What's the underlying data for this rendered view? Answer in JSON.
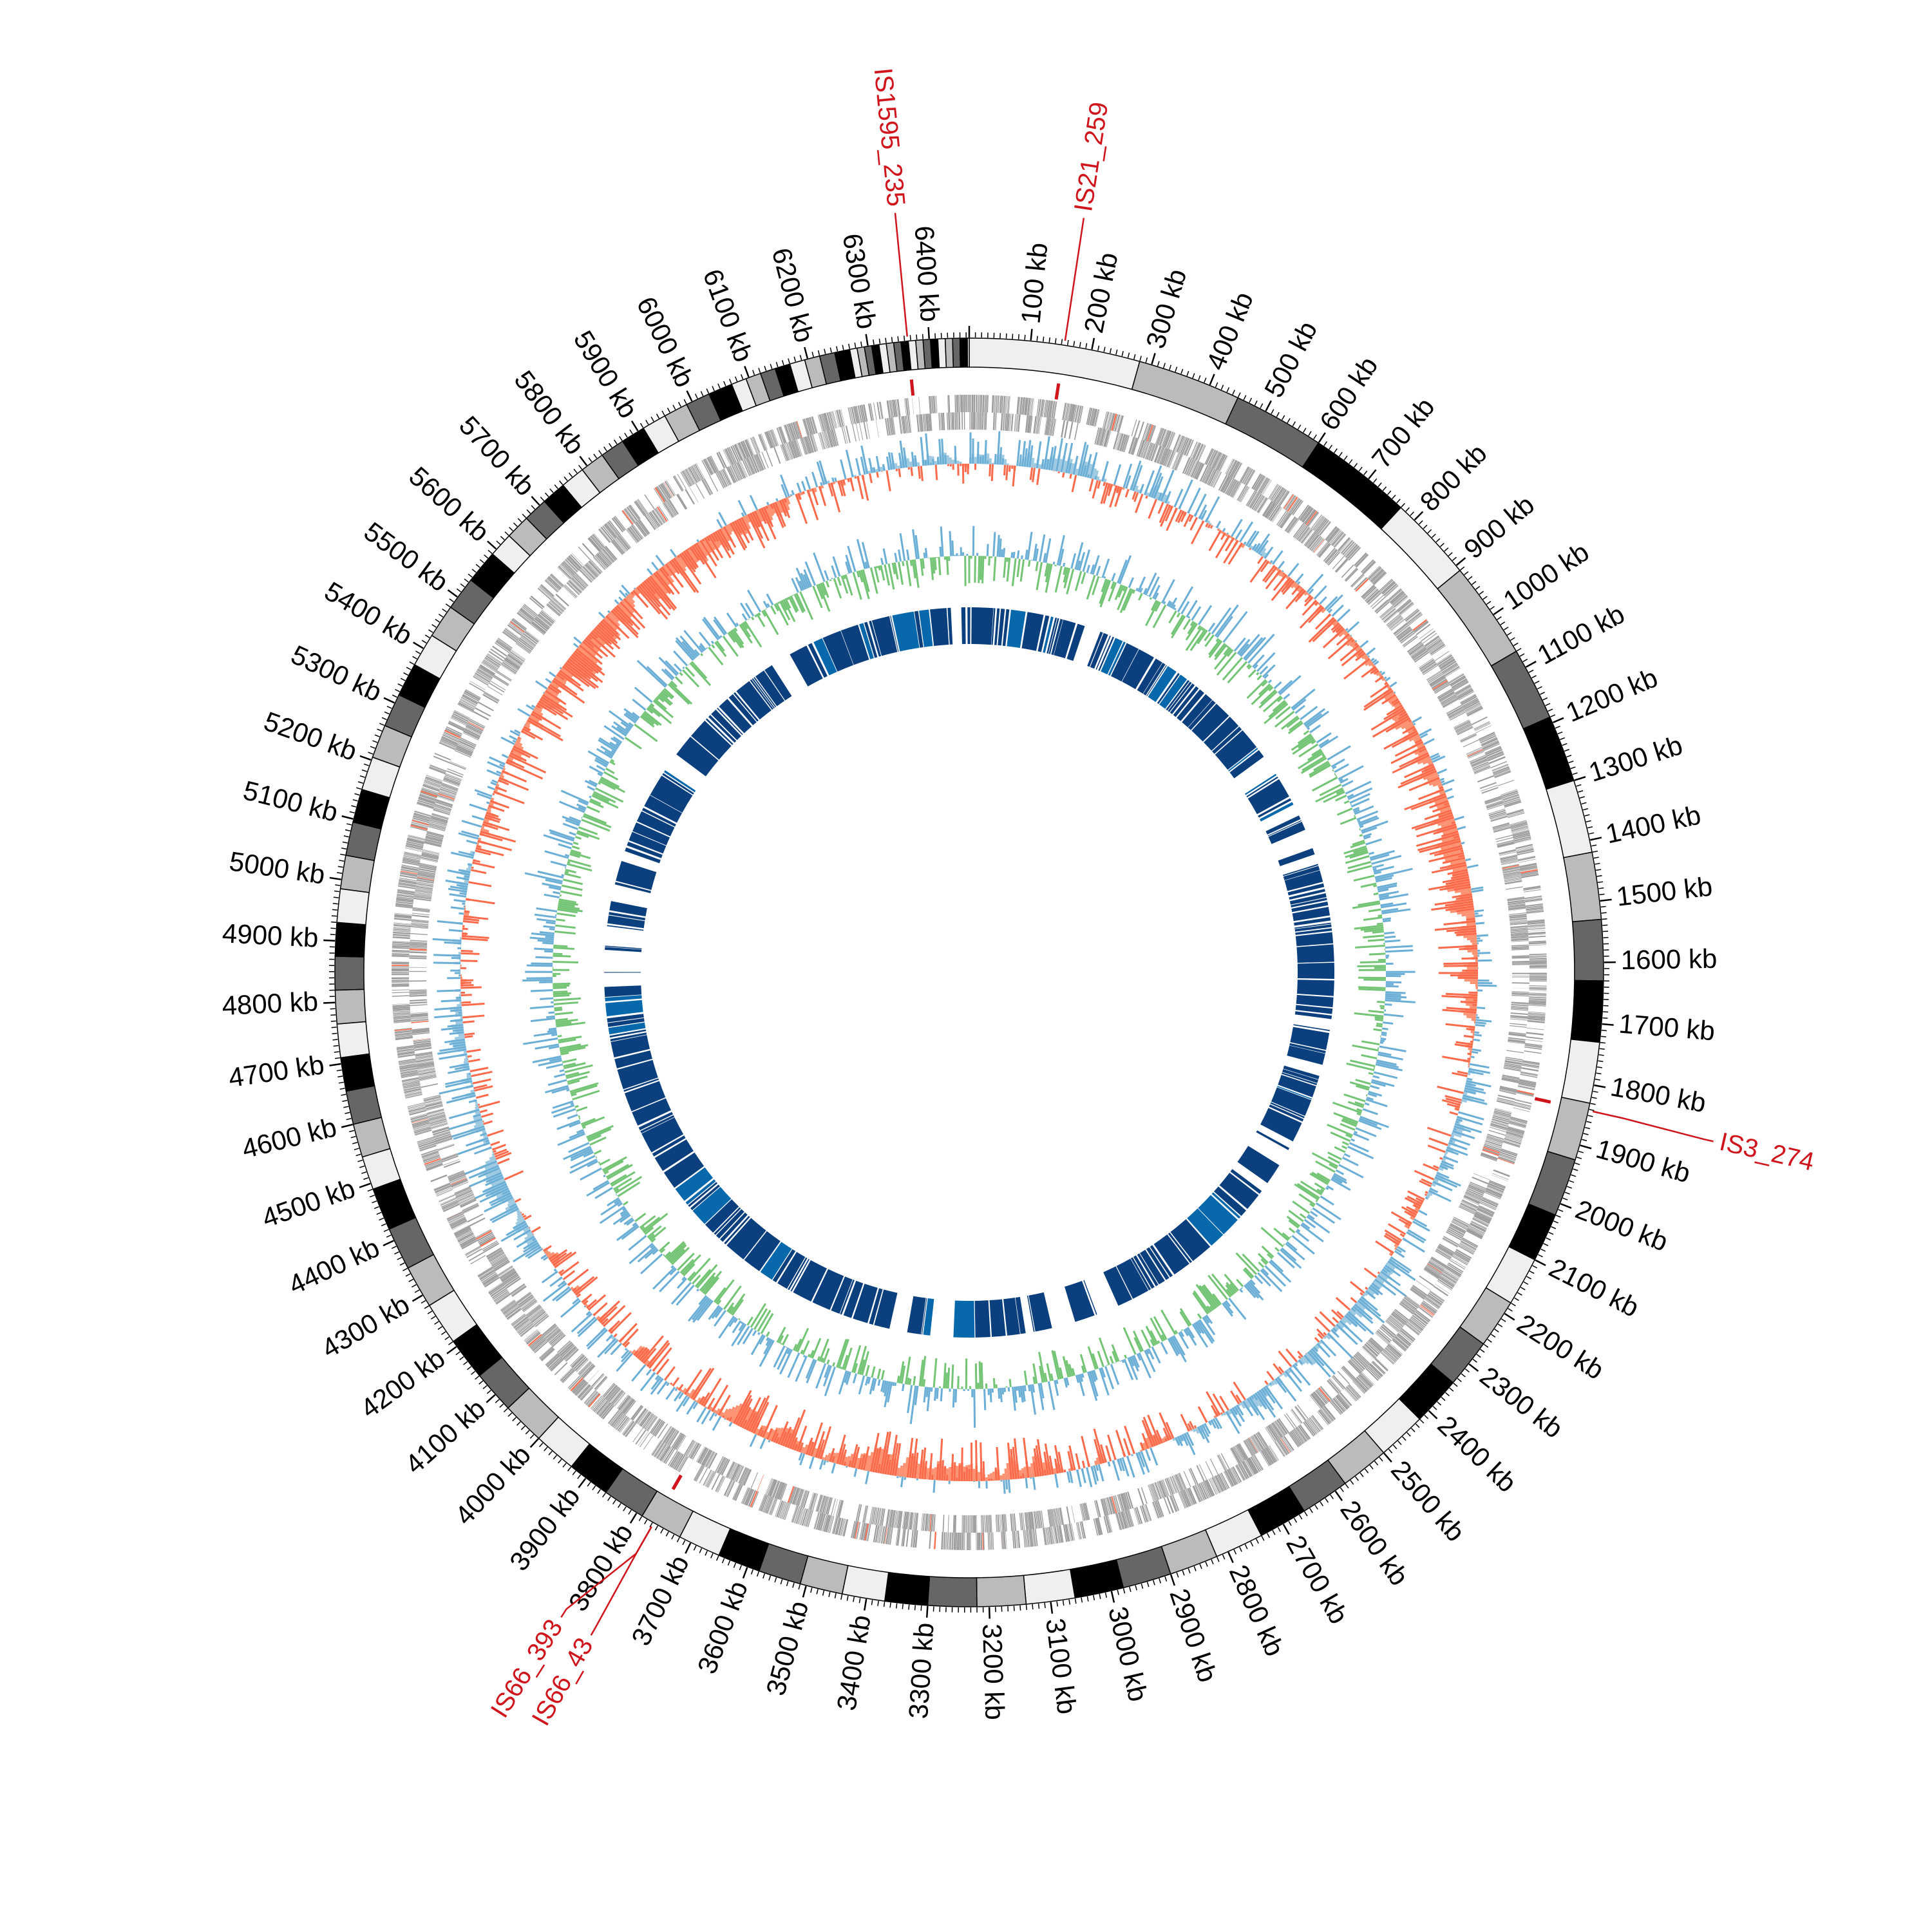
{
  "chart_data": {
    "type": "circos",
    "genome_length_kb": 6465,
    "ticks": {
      "major_step_kb": 100,
      "minor_step_kb": 10,
      "labels": [
        "100 kb",
        "200 kb",
        "300 kb",
        "400 kb",
        "500 kb",
        "600 kb",
        "700 kb",
        "800 kb",
        "900 kb",
        "1000 kb",
        "1100 kb",
        "1200 kb",
        "1300 kb",
        "1400 kb",
        "1500 kb",
        "1600 kb",
        "1700 kb",
        "1800 kb",
        "1900 kb",
        "2000 kb",
        "2100 kb",
        "2200 kb",
        "2300 kb",
        "2400 kb",
        "2500 kb",
        "2600 kb",
        "2700 kb",
        "2800 kb",
        "2900 kb",
        "3000 kb",
        "3100 kb",
        "3200 kb",
        "3300 kb",
        "3400 kb",
        "3500 kb",
        "3600 kb",
        "3700 kb",
        "3800 kb",
        "3900 kb",
        "4000 kb",
        "4100 kb",
        "4200 kb",
        "4300 kb",
        "4400 kb",
        "4500 kb",
        "4600 kb",
        "4700 kb",
        "4800 kb",
        "4900 kb",
        "5000 kb",
        "5100 kb",
        "5200 kb",
        "5300 kb",
        "5400 kb",
        "5500 kb",
        "5600 kb",
        "5700 kb",
        "5800 kb",
        "5900 kb",
        "6000 kb",
        "6100 kb",
        "6200 kb",
        "6300 kb",
        "6400 kb"
      ]
    },
    "ideogram": {
      "band_colors": [
        "#efefef",
        "#bbbbbb",
        "#666666",
        "#000000"
      ],
      "band_runs_kb": [
        [
          280,
          1
        ],
        [
          170,
          1
        ],
        [
          150,
          1
        ],
        [
          170,
          1
        ],
        [
          140,
          1
        ],
        [
          160,
          1
        ],
        [
          120,
          1
        ],
        [
          110,
          1
        ],
        [
          120,
          1
        ],
        [
          110,
          1
        ],
        [
          100,
          3
        ],
        [
          95,
          2
        ],
        [
          80,
          16
        ],
        [
          70,
          17
        ],
        [
          55,
          20
        ],
        [
          40,
          12
        ],
        [
          25,
          8
        ],
        [
          12,
          16
        ]
      ]
    },
    "insertion_sequences": [
      {
        "label": "IS1595_235",
        "position_kb": 6365,
        "label_position_kb": 6365
      },
      {
        "label": "IS21_259",
        "position_kb": 155,
        "label_position_kb": 155
      },
      {
        "label": "IS3_274",
        "position_kb": 1842,
        "label_position_kb": 1846
      },
      {
        "label": "IS66_393",
        "position_kb": 3768,
        "label_position_kb": 3813
      },
      {
        "label": "IS66_43",
        "position_kb": 3768,
        "label_position_kb": 3766
      }
    ],
    "tracks": [
      {
        "name": "genes-forward",
        "color": "#999999"
      },
      {
        "name": "genes-reverse",
        "color": "#999999"
      },
      {
        "name": "gc-skew",
        "positive_color": "#6baed6",
        "positive_fill": "#9ecae1",
        "negative_color": "#fb6a4a",
        "negative_fill": "#fc9272",
        "window_kb": 5
      },
      {
        "name": "gc-content",
        "positive_color": "#6baed6",
        "negative_color": "#74c476",
        "window_kb": 5
      },
      {
        "name": "blocks",
        "color": "#0b3f7d",
        "alt_color": "#0868ac"
      }
    ],
    "colors": {
      "is_marker": "#d0141c"
    }
  }
}
